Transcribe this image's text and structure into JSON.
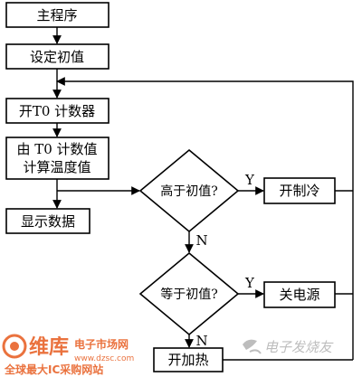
{
  "nodes": {
    "main": "主程序",
    "set_init": "设定初值",
    "start_t0": "开T0 计数器",
    "calc_line1": "由 T0 计数值",
    "calc_line2": "计算温度值",
    "show": "显示数据",
    "cooling": "开制冷",
    "power_off": "关电源",
    "heating": "开加热"
  },
  "decisions": {
    "higher": "高于初值?",
    "equal": "等于初值?"
  },
  "branches": {
    "higher_yes": "Y",
    "higher_no": "N",
    "equal_yes": "Y",
    "equal_no": "N"
  },
  "watermark": {
    "logo_cn": "维库",
    "logo_tail": "电子市场网",
    "url": "www.dzsc.com",
    "tagline": "全球最大IC采购网站",
    "right_text": "电子发烧友",
    "colors": {
      "logo": "#e8632a",
      "right": "#bdbdbd"
    }
  }
}
